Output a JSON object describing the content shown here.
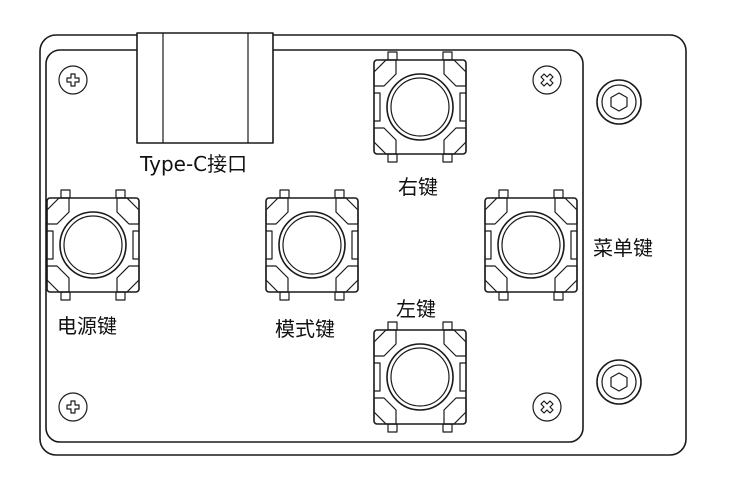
{
  "labels": {
    "typec": "Type-C接口",
    "power": "电源键",
    "mode": "模式键",
    "right": "右键",
    "left": "左键",
    "menu": "菜单键"
  },
  "colors": {
    "line": "#1a1a1a",
    "background": "#ffffff"
  },
  "icons": {
    "mount_hole_plus": "plus-screw-icon",
    "mount_hole_cross": "cross-screw-icon",
    "hex_screw": "hex-socket-screw-icon"
  }
}
